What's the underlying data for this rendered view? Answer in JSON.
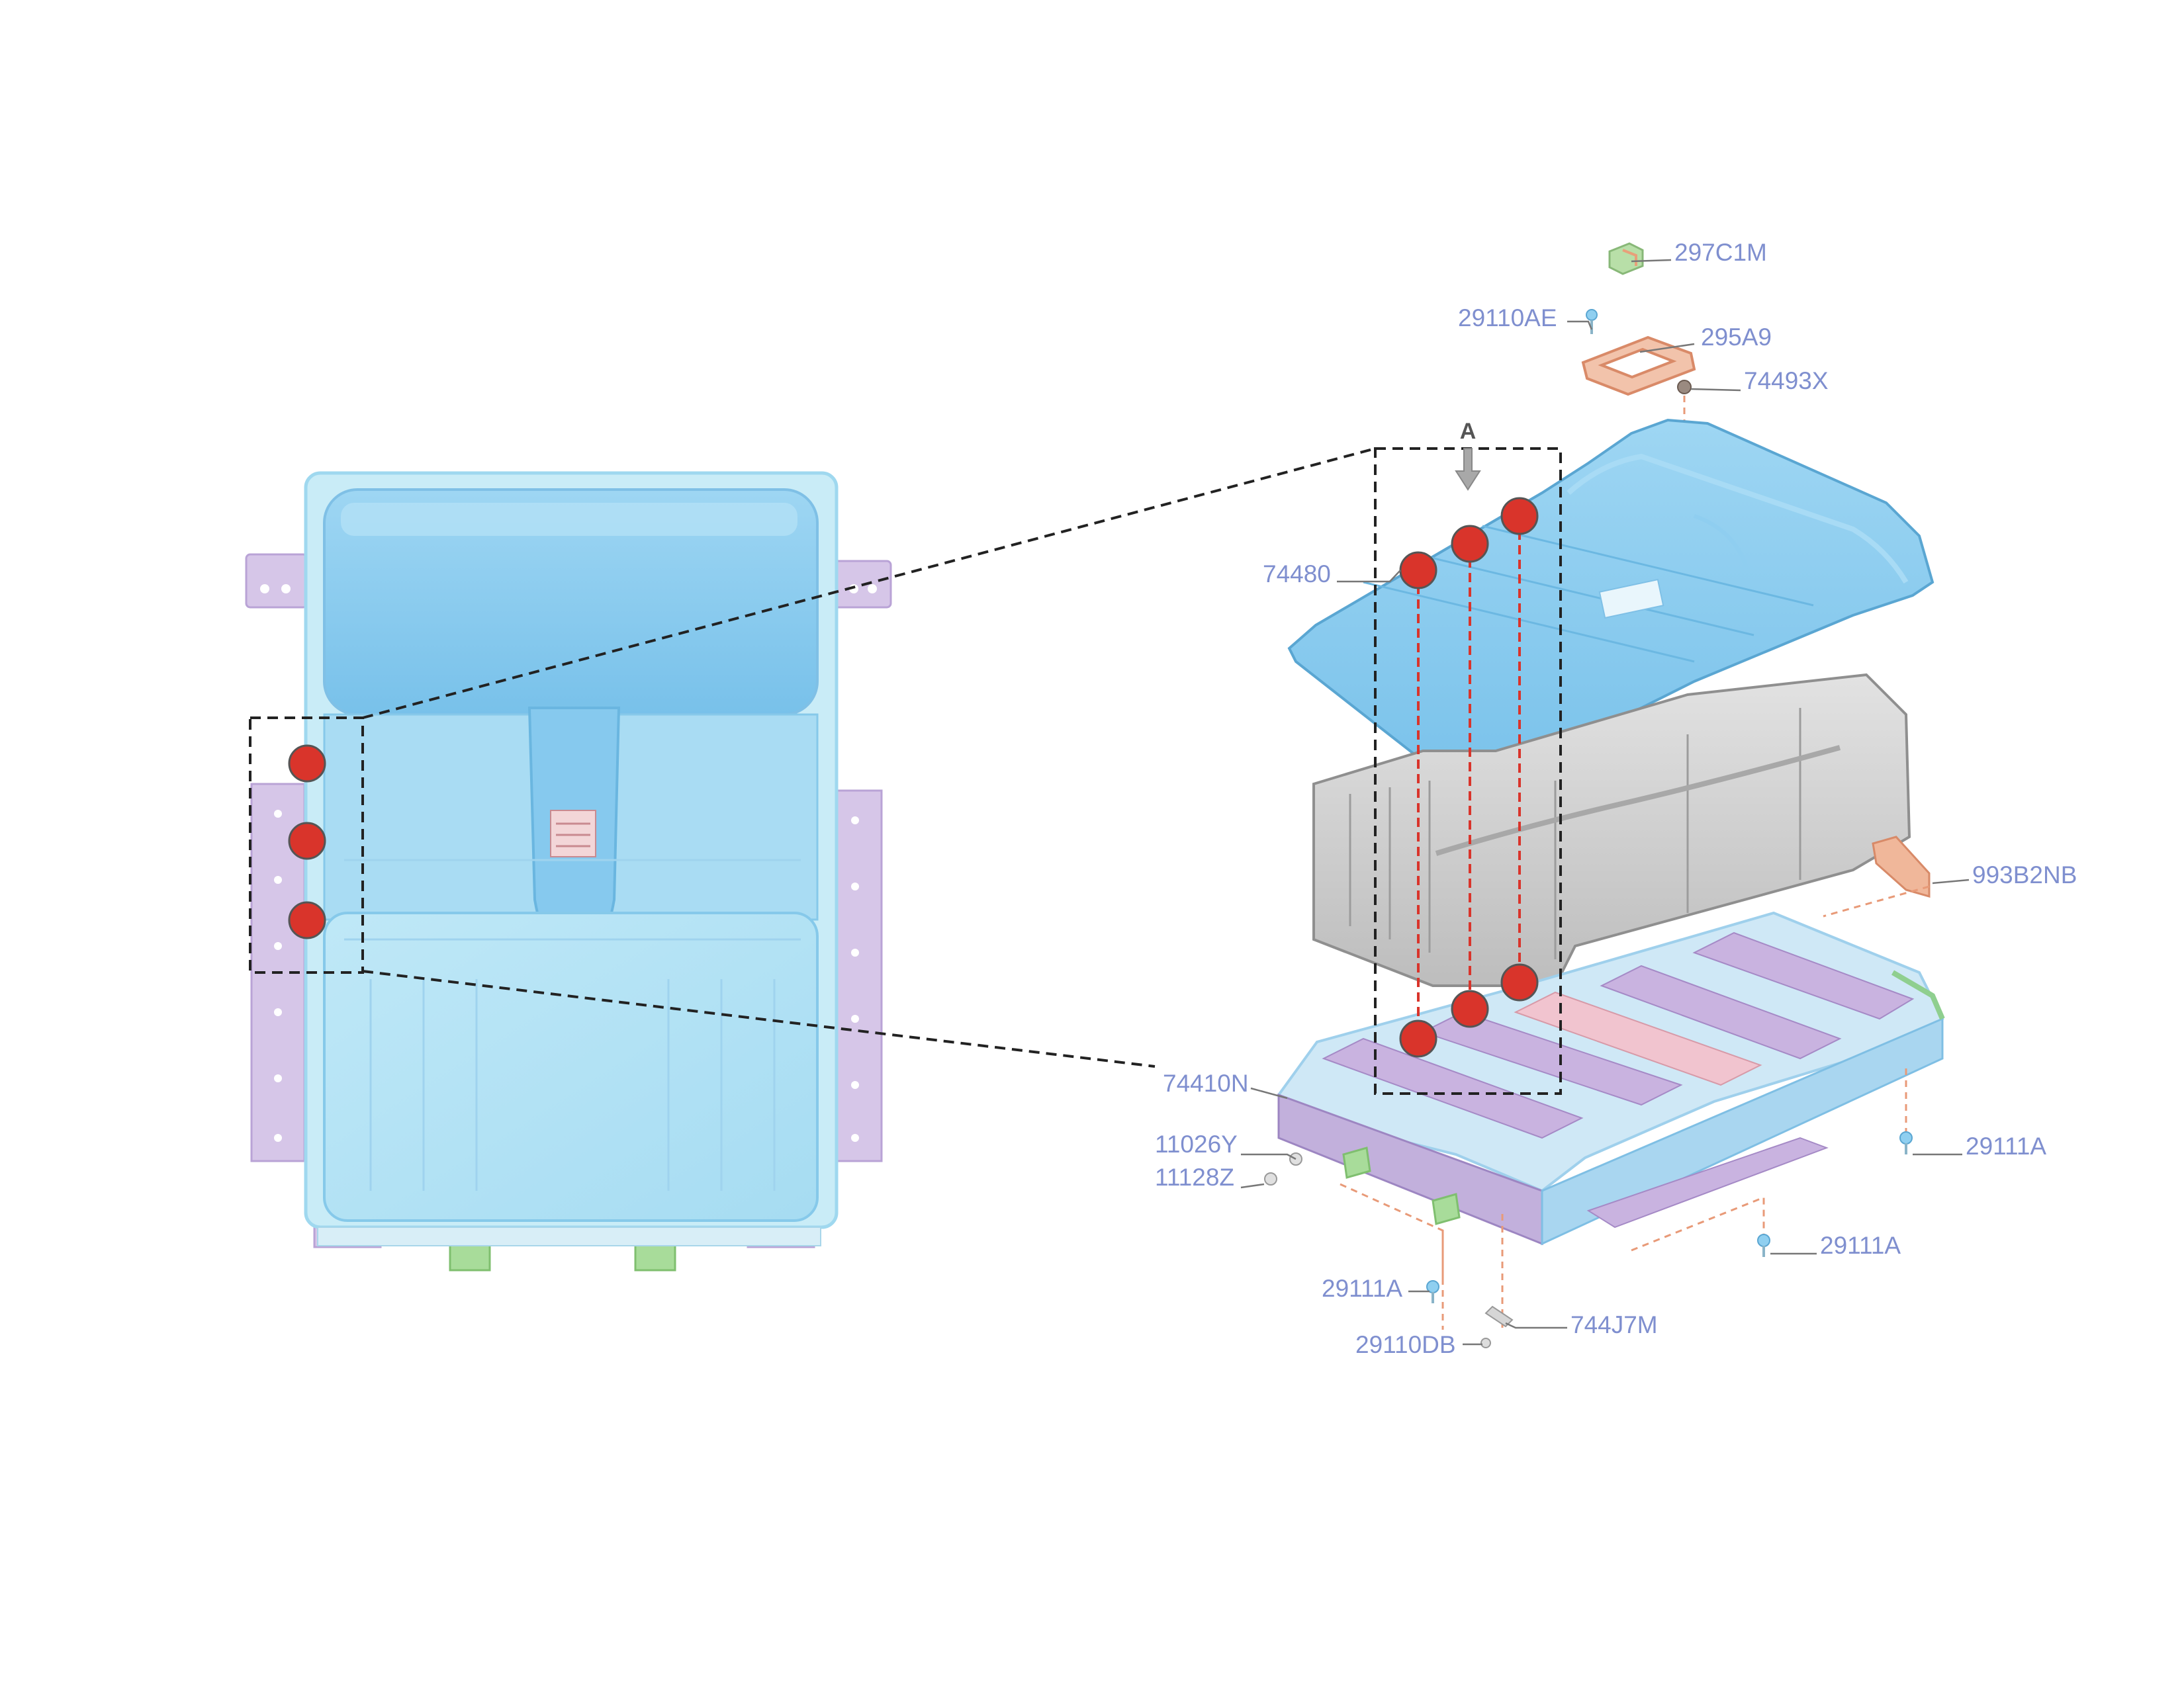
{
  "diagram": {
    "view_marker": "A",
    "part_labels": {
      "p297C1M": "297C1M",
      "p29110AE": "29110AE",
      "p295A9": "295A9",
      "p74493X": "74493X",
      "p74480": "74480",
      "p993B2NB": "993B2NB",
      "p74410N": "74410N",
      "p11026Y": "11026Y",
      "p11128Z": "11128Z",
      "p29111A_right": "29111A",
      "p29111A_mid": "29111A",
      "p29111A_left": "29111A",
      "p744J7M": "744J7M",
      "p29110DB": "29110DB"
    },
    "colors": {
      "cover_blue": "#7fc4ec",
      "frame_purple": "#c6b2de",
      "bracket_green": "#8fcf8f",
      "gasket_orange": "#e89a78",
      "module_gray": "#cfcfcf",
      "marker_red": "#d9342b",
      "label_blue": "#7f8fcf"
    }
  }
}
